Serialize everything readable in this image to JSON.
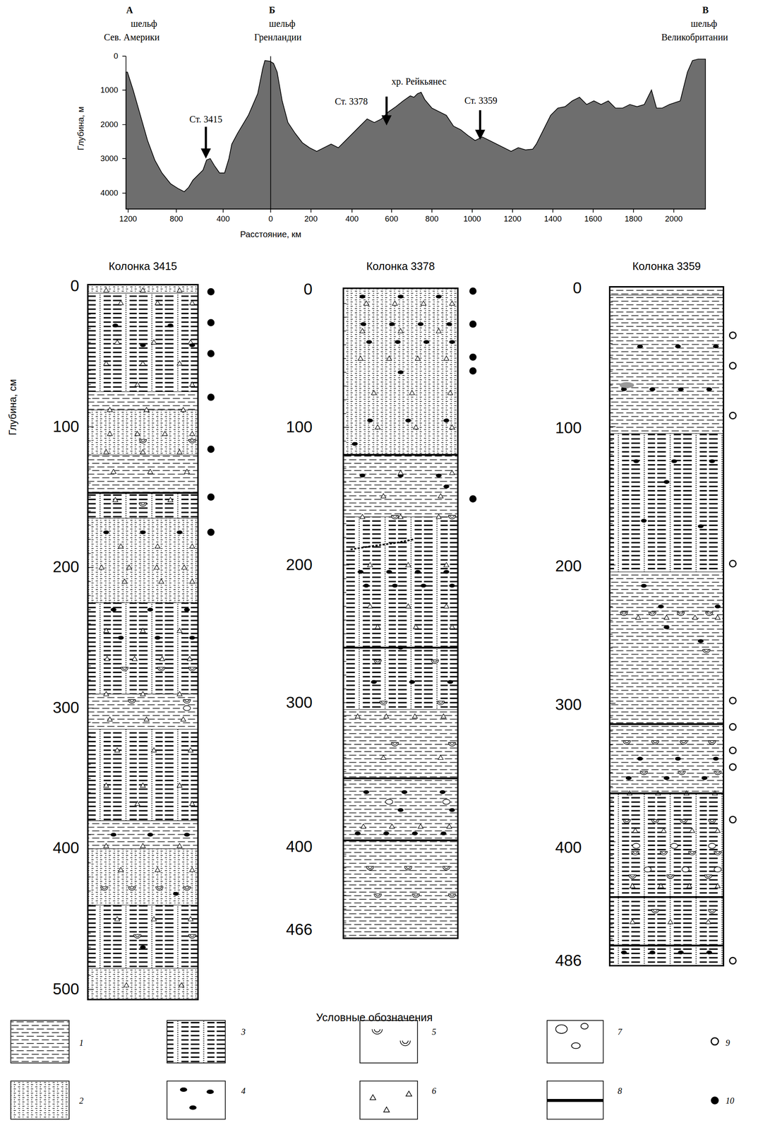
{
  "diagram": {
    "nodes": [
      {
        "text": [
          "Колонка 3415"
        ]
      },
      {
        "text": [
          "Колонка 3378"
        ]
      },
      {
        "text": [
          "Колонка 3359"
        ]
      }
    ],
    "labels": [
      "А",
      "шельф",
      "Сев. Америки",
      "Б",
      "шельф",
      "Гренландии",
      "В",
      "шельф",
      "Великобритании",
      "хр. Рейкьянес",
      "Ст. 3415",
      "Ст. 3378",
      "Ст. 3359",
      "Глубина, м",
      "0",
      "1000",
      "2000",
      "3000",
      "4000",
      "1200",
      "800",
      "400",
      "0",
      "200",
      "400",
      "600",
      "800",
      "1000",
      "1200",
      "1400",
      "1600",
      "1800",
      "2000",
      "Расстояние, км",
      "Глубина, см",
      "0",
      "100",
      "200",
      "300",
      "400",
      "500",
      "0",
      "100",
      "200",
      "300",
      "400",
      "466",
      "0",
      "100",
      "200",
      "300",
      "400",
      "486",
      "Условные обозначения"
    ],
    "legend": [
      {
        "text": "1"
      },
      {
        "text": "2"
      },
      {
        "text": "3"
      },
      {
        "text": "4"
      },
      {
        "text": "5"
      },
      {
        "text": "6"
      },
      {
        "text": "7"
      },
      {
        "text": "8"
      },
      {
        "text": "9"
      },
      {
        "text": "10"
      }
    ]
  }
}
